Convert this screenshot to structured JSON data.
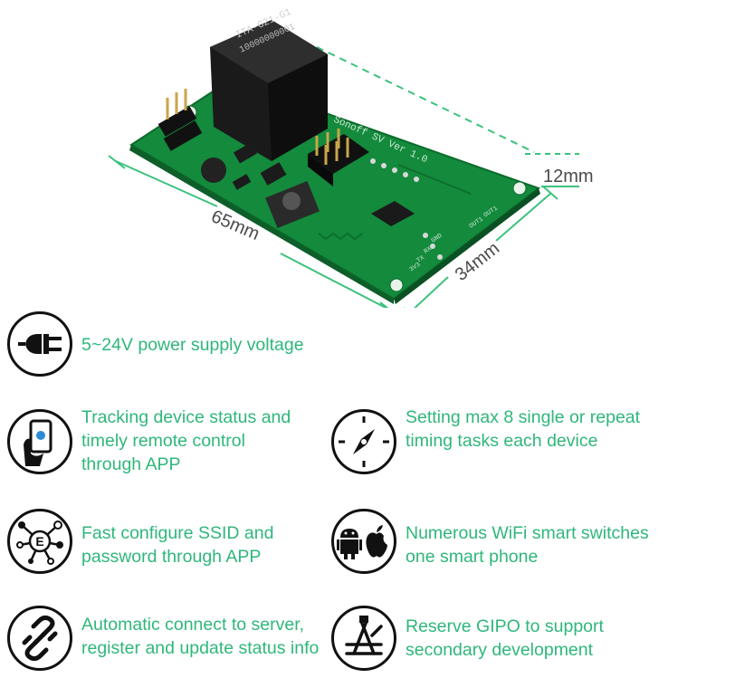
{
  "board": {
    "relay_label_line1": "ITA-G21-G1",
    "relay_label_line2": "10000000001",
    "silkscreen": "Sonoff SV Ver 1.0",
    "pin_labels": [
      "OUT1",
      "OUT1",
      "GND",
      "RX",
      "TX",
      "3V3"
    ],
    "dimensions": {
      "length": "65mm",
      "width": "34mm",
      "height": "12mm"
    }
  },
  "features": {
    "power": {
      "icon": "power-plug-icon",
      "lines": [
        "5~24V power supply voltage"
      ]
    },
    "tracking": {
      "icon": "phone-hand-icon",
      "lines": [
        "Tracking device status and",
        "timely remote control",
        "through APP"
      ]
    },
    "timing": {
      "icon": "compass-icon",
      "lines": [
        "Setting max 8 single or repeat",
        "timing tasks each device"
      ]
    },
    "ssid": {
      "icon": "network-e-icon",
      "lines": [
        "Fast configure SSID and",
        "password through APP"
      ]
    },
    "smartphone": {
      "icon": "android-apple-icon",
      "lines": [
        "Numerous WiFi smart switches",
        "one smart phone"
      ]
    },
    "connect": {
      "icon": "link-icon",
      "lines": [
        "Automatic connect to server,",
        "register and update status info"
      ]
    },
    "gpio": {
      "icon": "dev-tools-icon",
      "lines": [
        "Reserve GIPO to support",
        "secondary development"
      ]
    }
  },
  "colors": {
    "accent": "#2fb77a",
    "pcb": "#138a3c",
    "dimension": "#3cc27d"
  }
}
